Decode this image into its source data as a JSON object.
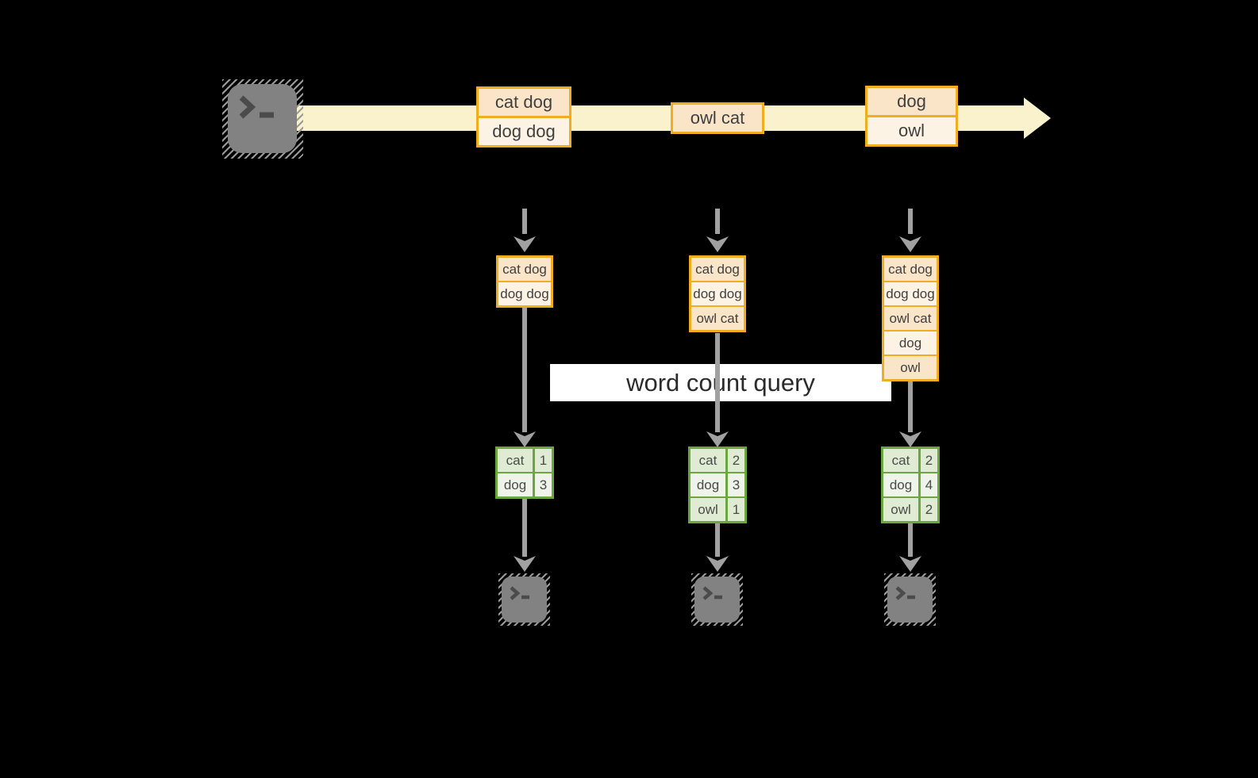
{
  "banner": {
    "label": "word count query"
  },
  "palette": {
    "background": "#000000",
    "stream_band": "#FAF1CD",
    "event_border": "#F0AD1F",
    "event_fill_dark": "#FAE5C9",
    "event_fill_light": "#FDF3E5",
    "table_border": "#6CA63F",
    "table_fill_dark": "#DFEBD2",
    "table_fill_light": "#EFF4EA",
    "arrow_gray": "#A1A1A1",
    "icon_gray": "#828282",
    "banner_bg": "#FFFFFF"
  },
  "stream": {
    "source_icon": "terminal-icon",
    "events": [
      {
        "rows": [
          "cat dog",
          "dog dog"
        ]
      },
      {
        "rows": [
          "owl cat"
        ]
      },
      {
        "rows": [
          "dog",
          "owl"
        ]
      }
    ]
  },
  "columns": [
    {
      "accumulated": [
        "cat dog",
        "dog dog"
      ],
      "counts": [
        {
          "word": "cat",
          "count": "1"
        },
        {
          "word": "dog",
          "count": "3"
        }
      ],
      "sink_icon": "terminal-icon"
    },
    {
      "accumulated": [
        "cat dog",
        "dog dog",
        "owl cat"
      ],
      "counts": [
        {
          "word": "cat",
          "count": "2"
        },
        {
          "word": "dog",
          "count": "3"
        },
        {
          "word": "owl",
          "count": "1"
        }
      ],
      "sink_icon": "terminal-icon"
    },
    {
      "accumulated": [
        "cat dog",
        "dog dog",
        "owl cat",
        "dog",
        "owl"
      ],
      "counts": [
        {
          "word": "cat",
          "count": "2"
        },
        {
          "word": "dog",
          "count": "4"
        },
        {
          "word": "owl",
          "count": "2"
        }
      ],
      "sink_icon": "terminal-icon"
    }
  ]
}
